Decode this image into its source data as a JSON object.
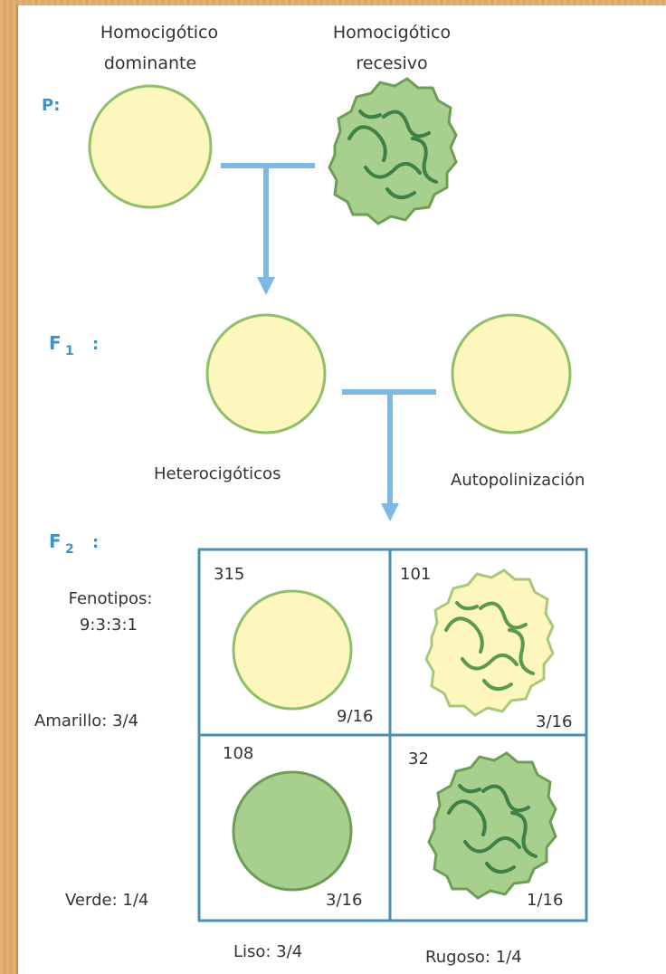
{
  "parents": {
    "left_label_line1": "Homocigótico",
    "left_label_line2": "dominante",
    "right_label_line1": "Homocigótico",
    "right_label_line2": "recesivo"
  },
  "generations": {
    "p": "P:",
    "f1": "F",
    "f1_sub": "1",
    "f1_colon": ":",
    "f2": "F",
    "f2_sub": "2",
    "f2_colon": ":"
  },
  "f1": {
    "left_caption": "Heterocigóticos",
    "right_caption": "Autopolinización"
  },
  "phenotypes": {
    "title": "Fenotipos:",
    "ratio": "9:3:3:1",
    "yellow": "Amarillo: 3/4",
    "green": "Verde: 1/4",
    "smooth": "Liso: 3/4",
    "wrinkled": "Rugoso: 1/4"
  },
  "grid": [
    {
      "count": "315",
      "fraction": "9/16",
      "seed": "yellow-smooth"
    },
    {
      "count": "101",
      "fraction": "3/16",
      "seed": "yellow-wrinkled"
    },
    {
      "count": "108",
      "fraction": "3/16",
      "seed": "green-smooth"
    },
    {
      "count": "32",
      "fraction": "1/16",
      "seed": "green-wrinkled"
    }
  ],
  "colors": {
    "yellow_seed": "#fdf6bd",
    "green_seed": "#a7cf8e",
    "seed_outline": "#8fbf6a",
    "arrow": "#7fb9e3",
    "grid_border": "#4b8fb3",
    "generation_label": "#3b93c8"
  }
}
